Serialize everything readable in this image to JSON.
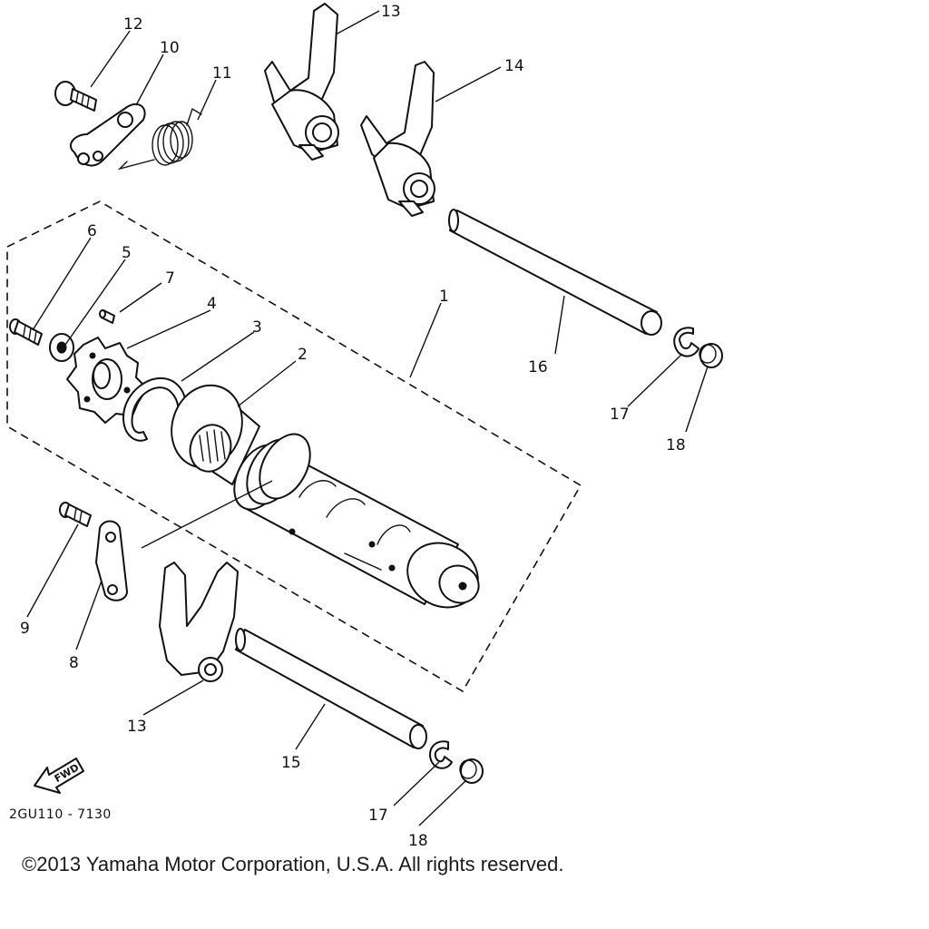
{
  "diagram": {
    "callouts": [
      {
        "id": "c12",
        "text": "12"
      },
      {
        "id": "c10",
        "text": "10"
      },
      {
        "id": "c11",
        "text": "11"
      },
      {
        "id": "c13a",
        "text": "13"
      },
      {
        "id": "c14",
        "text": "14"
      },
      {
        "id": "c6",
        "text": "6"
      },
      {
        "id": "c5",
        "text": "5"
      },
      {
        "id": "c7",
        "text": "7"
      },
      {
        "id": "c4",
        "text": "4"
      },
      {
        "id": "c3",
        "text": "3"
      },
      {
        "id": "c2",
        "text": "2"
      },
      {
        "id": "c1",
        "text": "1"
      },
      {
        "id": "c16",
        "text": "16"
      },
      {
        "id": "c17a",
        "text": "17"
      },
      {
        "id": "c18a",
        "text": "18"
      },
      {
        "id": "c9",
        "text": "9"
      },
      {
        "id": "c8",
        "text": "8"
      },
      {
        "id": "c13b",
        "text": "13"
      },
      {
        "id": "c15",
        "text": "15"
      },
      {
        "id": "c17b",
        "text": "17"
      },
      {
        "id": "c18b",
        "text": "18"
      }
    ],
    "fwd_label": "FWD",
    "diagram_ref": "2GU110 - 7130"
  },
  "footer": {
    "copyright": "©2013 Yamaha Motor Corporation, U.S.A. All rights reserved."
  }
}
